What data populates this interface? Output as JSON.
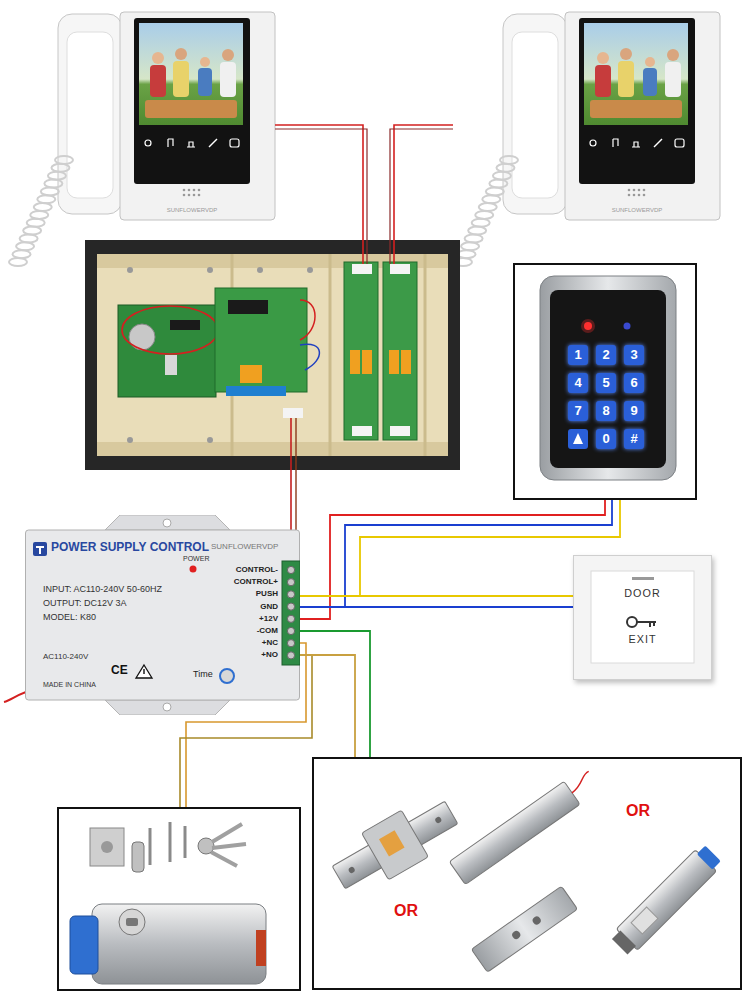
{
  "diagram": {
    "nodes": [
      {
        "text": [
          "1",
          "2",
          "3",
          "4",
          "5",
          "6",
          "7",
          "8",
          "9",
          "0",
          "#"
        ]
      },
      {
        "text": [
          "POWER SUPPLY CONTROL",
          "SUNFLOWERVDP",
          "POWER",
          "INPUT: AC110-240V 50-60HZ",
          "OUTPUT: DC12V 3A",
          "MODEL: K80",
          "AC110-240V",
          "CE",
          "MADE IN CHINA",
          "Time"
        ]
      },
      {
        "text": [
          "DOOR",
          "EXIT"
        ]
      },
      {
        "text": [
          "OR",
          "OR"
        ]
      }
    ],
    "edges": [
      {
        "from": 1,
        "to": 0,
        "arrow": "none"
      },
      {
        "from": 1,
        "to": 0,
        "arrow": "none"
      },
      {
        "from": 1,
        "to": 0,
        "arrow": "none"
      },
      {
        "from": 1,
        "to": 2,
        "arrow": "none"
      },
      {
        "from": 1,
        "to": 2,
        "arrow": "none"
      },
      {
        "from": 1,
        "to": 3,
        "arrow": "none"
      },
      {
        "from": 1,
        "to": 3,
        "arrow": "none"
      }
    ],
    "labels": [
      "SUNFLOWERVDP",
      "SUNFLOWERVDP",
      "CONTROL-",
      "CONTROL+",
      "PUSH",
      "GND",
      "+12V",
      "-COM",
      "+NC",
      "+NO"
    ]
  }
}
